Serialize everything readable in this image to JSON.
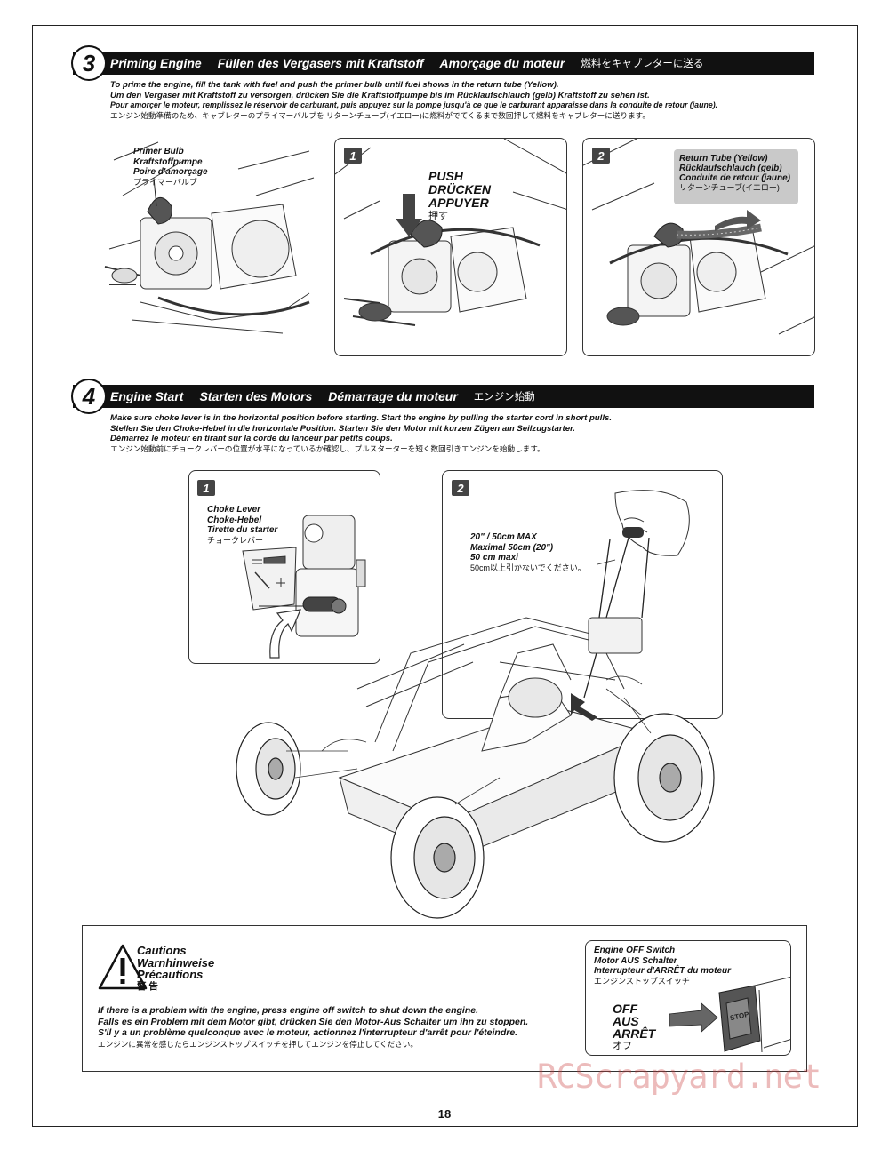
{
  "section3": {
    "number": "3",
    "title_en": "Priming Engine",
    "title_de": "Füllen des Vergasers mit Kraftstoff",
    "title_fr": "Amorçage du moteur",
    "title_jp": "燃料をキャブレターに送る",
    "instr_en": "To prime the engine, fill the tank with fuel and push the primer bulb until fuel shows in the return tube (Yellow).",
    "instr_de": "Um den Vergaser mit Kraftstoff zu versorgen, drücken Sie die Kraftstoffpumpe bis im Rücklaufschlauch (gelb) Kraftstoff zu sehen ist.",
    "instr_fr": "Pour amorçer le moteur, remplissez le réservoir de carburant, puis appuyez sur la pompe jusqu'à ce que le carburant apparaisse dans la conduite de retour (jaune).",
    "instr_jp": "エンジン始動準備のため、キャブレターのプライマーバルブを リターンチューブ(イエロー)に燃料がでてくるまで数回押して燃料をキャブレターに送ります。",
    "primer_en": "Primer Bulb",
    "primer_de": "Kraftstoffpumpe",
    "primer_fr": "Poire d'amorçage",
    "primer_jp": "プライマーバルブ",
    "panel1_num": "1",
    "push_en": "PUSH",
    "push_de": "DRÜCKEN",
    "push_fr": "APPUYER",
    "push_jp": "押す",
    "panel2_num": "2",
    "return_en": "Return Tube (Yellow)",
    "return_de": "Rücklaufschlauch (gelb)",
    "return_fr": "Conduite de retour (jaune)",
    "return_jp": "リターンチューブ(イエロー)"
  },
  "section4": {
    "number": "4",
    "title_en": "Engine Start",
    "title_de": "Starten des Motors",
    "title_fr": "Démarrage du moteur",
    "title_jp": "エンジン始動",
    "instr_en": "Make sure choke lever is in the horizontal position before starting. Start the engine by pulling the starter cord in short pulls.",
    "instr_de": "Stellen Sie den Choke-Hebel in die horizontale Position. Starten Sie den Motor mit kurzen Zügen am Seilzugstarter.",
    "instr_fr": "Démarrez le moteur en tirant sur la corde du lanceur par petits coups.",
    "instr_jp": "エンジン始動前にチョークレバーの位置が水平になっているか確認し、プルスターターを短く数回引きエンジンを始動します。",
    "panel1_num": "1",
    "choke_en": "Choke Lever",
    "choke_de": "Choke-Hebel",
    "choke_fr": "Tirette du starter",
    "choke_jp": "チョークレバー",
    "panel2_num": "2",
    "max_en": "20\" / 50cm MAX",
    "max_de": "Maximal 50cm (20\")",
    "max_fr": "50 cm maxi",
    "max_jp": "50cm以上引かないでください。"
  },
  "cautions": {
    "title_en": "Cautions",
    "title_de": "Warnhinweise",
    "title_fr": "Précautions",
    "title_jp": "警 告",
    "text_en": "If there is a problem with the engine, press engine off switch to shut down the engine.",
    "text_de": "Falls es ein Problem mit dem Motor gibt, drücken Sie den Motor-Aus Schalter um ihn zu stoppen.",
    "text_fr": "S'il y a un problème quelconque avec le moteur, actionnez l'interrupteur d'arrêt pour l'éteindre.",
    "text_jp": "エンジンに異常を感じたらエンジンストップスイッチを押してエンジンを停止してください。",
    "off_title_en": "Engine OFF Switch",
    "off_title_de": "Motor AUS Schalter",
    "off_title_fr": "Interrupteur d'ARRÊT du moteur",
    "off_title_jp": "エンジンストップスイッチ",
    "off_en": "OFF",
    "off_de": "AUS",
    "off_fr": "ARRÊT",
    "off_jp": "オフ",
    "stop_label": "STOP"
  },
  "page_number": "18",
  "watermark": "RCScrapyard.net",
  "icons": [
    "warning-triangle-icon",
    "push-arrow-icon",
    "flow-arrow-icon",
    "choke-arrow-icon",
    "pointer-arrow-icon",
    "pull-lines-icon"
  ]
}
